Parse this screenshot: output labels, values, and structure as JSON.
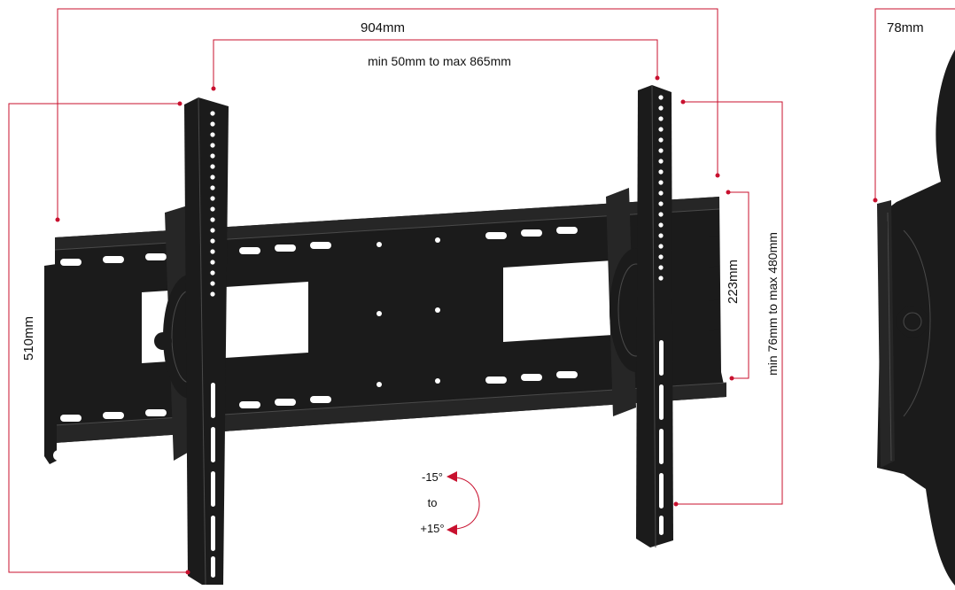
{
  "dimensions": {
    "overall_width": "904mm",
    "arm_spacing": "min 50mm to max 865mm",
    "overall_height": "510mm",
    "rail_height": "223mm",
    "vesa_vertical": "min 76mm to max 480mm",
    "depth": "78mm"
  },
  "tilt": {
    "upper": "-15°",
    "connector": "to",
    "lower": "+15°"
  },
  "colors": {
    "dimension_line": "#c8102e",
    "mount_steel": "#1b1b1b",
    "background": "#ffffff"
  }
}
